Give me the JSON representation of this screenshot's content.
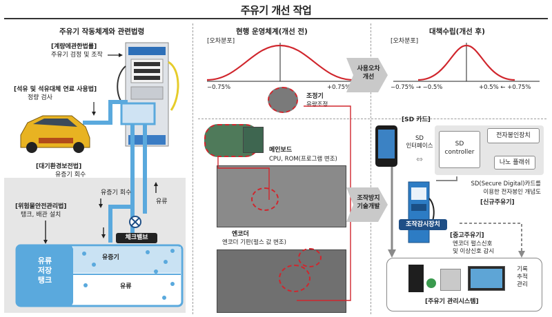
{
  "title": "주유기 개선 작업",
  "left": {
    "heading": "주유기 작동체계와 관련법령",
    "law1_title": "[계량에관한법률]",
    "law1_desc": "주유기 검정 및 조작",
    "law2_title": "[석유 및 석유대체 연료 사용법]",
    "law2_desc": "정량 검사",
    "law3_title": "[대기환경보전법]",
    "law3_desc": "유증기 회수",
    "law4_title": "[위험물안전관리법]",
    "law4_desc": "탱크, 배관 설치",
    "vapor_return": "유증기 회수",
    "fuel_flow": "유류",
    "check_valve": "체크밸브",
    "tank_label_1": "유류",
    "tank_label_2": "저장",
    "tank_label_3": "탱크",
    "tank_vapor": "유증기",
    "tank_fuel": "유류"
  },
  "middle": {
    "heading": "현행 운영체계(개선 전)",
    "dist_label": "[오차분포]",
    "range_min": "−0.75%",
    "range_max": "+0.75%",
    "regulator_title": "조정기",
    "regulator_desc": "유량조정",
    "mainboard_title": "메인보드",
    "mainboard_desc": "CPU, ROM(프로그램 변조)",
    "encoder_title": "엔코더",
    "encoder_desc": "엔코더 기판(펄스 값 변조)"
  },
  "arrows": {
    "a1_l1": "사용오차",
    "a1_l2": "개선",
    "a2_l1": "조작방지",
    "a2_l2": "기술개발"
  },
  "right": {
    "heading": "대책수립(개선 후)",
    "dist_label": "[오차분포]",
    "range_left": "−0.75% → −0.5%",
    "range_right": "+0.5% ← +0.75%",
    "sd_card": "[SD 카드]",
    "sd_interface_1": "SD",
    "sd_interface_2": "인터페이스",
    "sd_controller_1": "SD",
    "sd_controller_2": "controller",
    "seal_device": "전자봉인장치",
    "nand_flash": "나노 플래쉬",
    "sd_desc_1": "SD(Secure Digital)카드를",
    "sd_desc_2": "이용한 전자봉인 개념도",
    "new_dispenser": "[신규주유기]",
    "tamper_device": "조작감시장치",
    "used_dispenser": "[중고주유기]",
    "used_desc_1": "엔코더 펄스신호",
    "used_desc_2": "및 이상신호 감시",
    "record_1": "기록",
    "record_2": "추적",
    "record_3": "관리",
    "mgmt_system": "[주유기 관리시스템]"
  },
  "colors": {
    "pipe_blue": "#5aa9dd",
    "highlight_red": "#d0262d",
    "badge_blue": "#1f4f86",
    "tank_blue": "#c9e2f3",
    "panel_gray": "#e6e6e6"
  }
}
